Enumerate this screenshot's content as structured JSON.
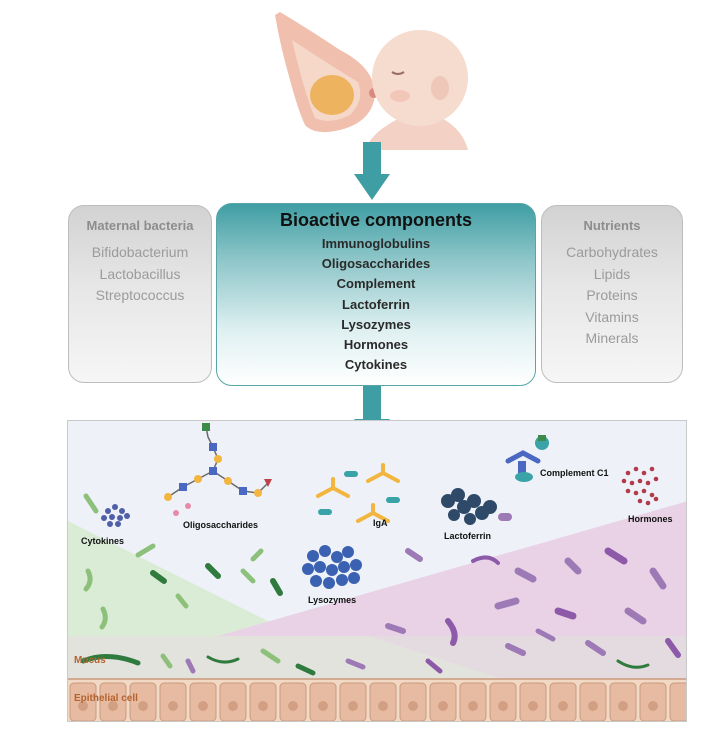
{
  "maternal_bacteria": {
    "title": "Maternal bacteria",
    "items": [
      "Bifidobacterium",
      "Lactobacillus",
      "Streptococcus"
    ]
  },
  "bioactive": {
    "title": "Bioactive components",
    "items": [
      "Immunoglobulins",
      "Oligosaccharides",
      "Complement",
      "Lactoferrin",
      "Lysozymes",
      "Hormones",
      "Cytokines"
    ]
  },
  "nutrients": {
    "title": "Nutrients",
    "items": [
      "Carbohydrates",
      "Lipids",
      "Proteins",
      "Vitamins",
      "Minerals"
    ]
  },
  "gut": {
    "cytokines": "Cytokines",
    "oligosaccharides": "Oligosaccharides",
    "iga": "IgA",
    "complement": "Complement C1",
    "lactoferrin": "Lactoferrin",
    "hormones": "Hormones",
    "lysozymes": "Lysozymes",
    "mucus": "Mucus",
    "epithelial": "Epithelial cell"
  },
  "colors": {
    "teal": "#3f9ea3",
    "green_region": "#dbecd6",
    "pink_region": "#e9d2e6",
    "mucus": "#e3e3de",
    "epithelium": "#f2d9c6"
  }
}
